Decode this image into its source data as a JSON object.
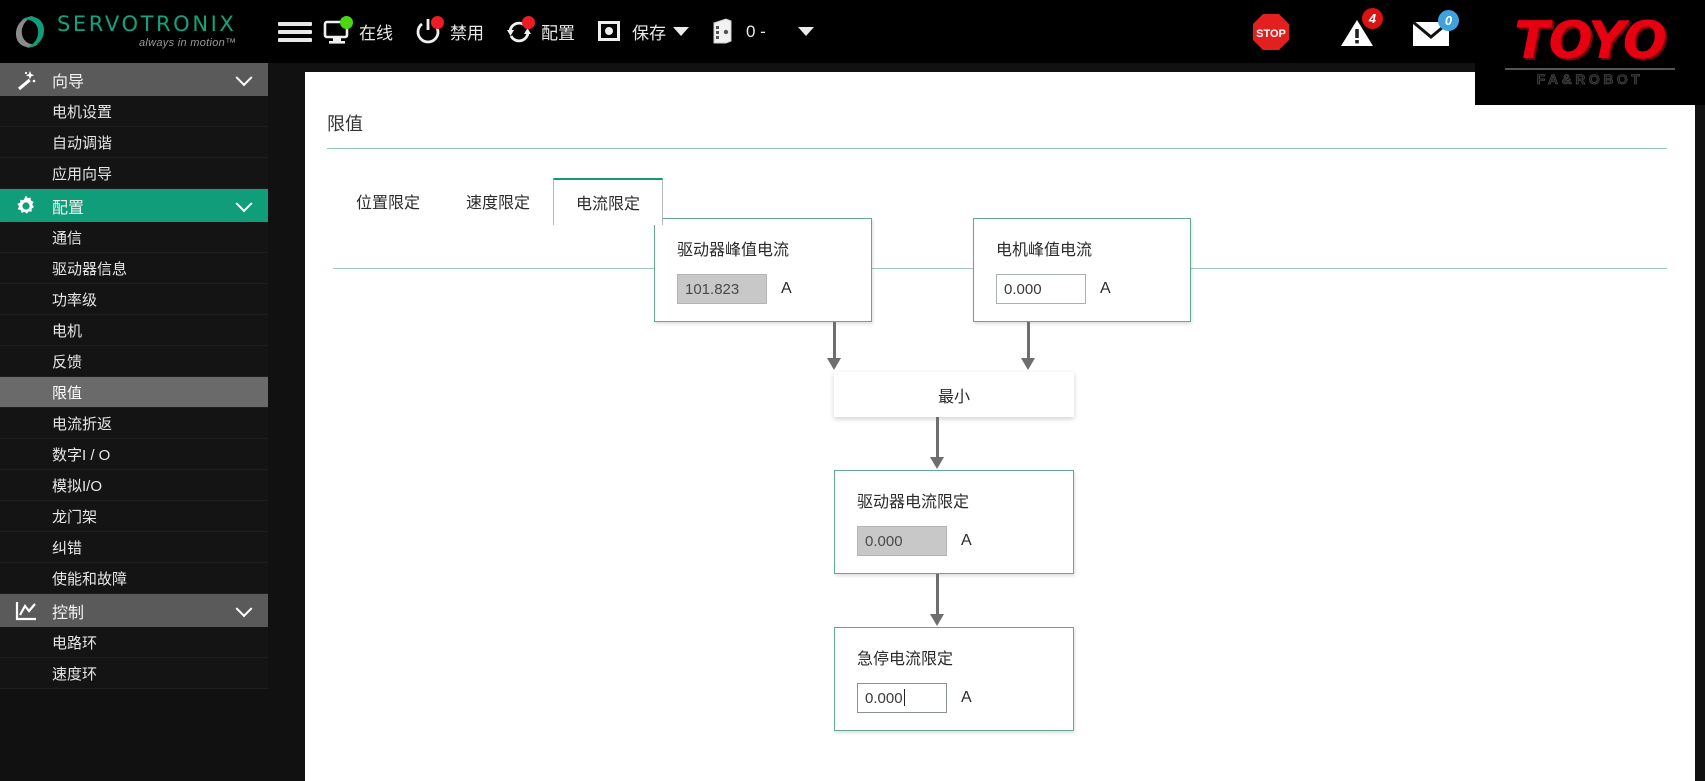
{
  "brand": {
    "name": "SERVOTRONIX",
    "tagline": "always in motion™",
    "logo_icon": "servotronix-leaf-logo",
    "accent": "#0f9e79"
  },
  "toolbar": {
    "menu_icon": "hamburger-menu-icon",
    "items": [
      {
        "icon": "monitor-icon",
        "label": "在线",
        "status_dot": "#4bd813"
      },
      {
        "icon": "power-icon",
        "label": "禁用",
        "status_dot": "#ed1b24"
      },
      {
        "icon": "refresh-icon",
        "label": "配置",
        "status_dot": "#ed1b24"
      },
      {
        "icon": "save-icon",
        "label": "保存",
        "has_caret": true
      },
      {
        "icon": "drive-icon",
        "label": "0 -",
        "has_caret": true
      }
    ]
  },
  "status_icons": {
    "stop_label": "STOP",
    "warning_count": "4",
    "mail_count": "0",
    "warning_badge_color": "#d81414",
    "mail_badge_color": "#3ea2dd",
    "stop_color": "#e22020"
  },
  "product_logo": {
    "word": "TOYO",
    "sub": "FA&ROBOT",
    "color": "#e60012"
  },
  "sidebar": {
    "groups": [
      {
        "label": "向导",
        "icon": "wand-icon",
        "active": false,
        "expanded": true,
        "items": [
          {
            "label": "电机设置",
            "selected": false
          },
          {
            "label": "自动调谐",
            "selected": false
          },
          {
            "label": "应用向导",
            "selected": false
          }
        ]
      },
      {
        "label": "配置",
        "icon": "gear-icon",
        "active": true,
        "expanded": true,
        "items": [
          {
            "label": "通信",
            "selected": false
          },
          {
            "label": "驱动器信息",
            "selected": false
          },
          {
            "label": "功率级",
            "selected": false
          },
          {
            "label": "电机",
            "selected": false
          },
          {
            "label": "反馈",
            "selected": false
          },
          {
            "label": "限值",
            "selected": true
          },
          {
            "label": "电流折返",
            "selected": false
          },
          {
            "label": "数字I / O",
            "selected": false
          },
          {
            "label": "模拟I/O",
            "selected": false
          },
          {
            "label": "龙门架",
            "selected": false
          },
          {
            "label": "纠错",
            "selected": false
          },
          {
            "label": "使能和故障",
            "selected": false
          }
        ]
      },
      {
        "label": "控制",
        "icon": "chart-icon",
        "active": false,
        "expanded": true,
        "items": [
          {
            "label": "电路环",
            "selected": false
          },
          {
            "label": "速度环",
            "selected": false
          }
        ]
      }
    ]
  },
  "main": {
    "page_title": "限值",
    "tabs": [
      {
        "label": "位置限定",
        "active": false
      },
      {
        "label": "速度限定",
        "active": false
      },
      {
        "label": "电流限定",
        "active": true
      }
    ],
    "diagram": {
      "drive_peak": {
        "label": "驱动器峰值电流",
        "value": "101.823",
        "unit": "A",
        "readonly": true
      },
      "motor_peak": {
        "label": "电机峰值电流",
        "value": "0.000",
        "unit": "A",
        "readonly": false
      },
      "min_node": {
        "label": "最小"
      },
      "drive_current_limit": {
        "label": "驱动器电流限定",
        "value": "0.000",
        "unit": "A",
        "readonly": true
      },
      "estop_current_limit": {
        "label": "急停电流限定",
        "value": "0.000",
        "unit": "A",
        "readonly": false,
        "focused": true
      }
    }
  }
}
